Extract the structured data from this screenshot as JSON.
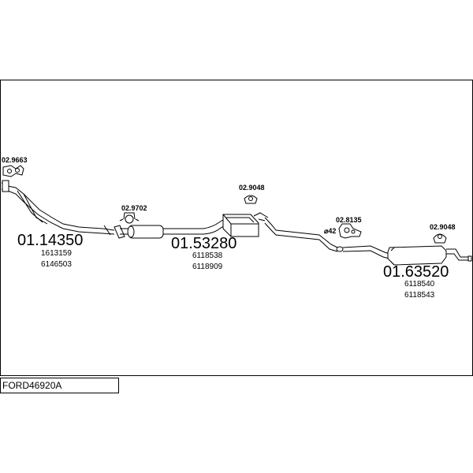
{
  "diagram_code": "FORD46920A",
  "sections": [
    {
      "part_number": "01.14350",
      "refs": [
        "1613159",
        "6146503"
      ]
    },
    {
      "part_number": "01.53280",
      "refs": [
        "6118538",
        "6118909"
      ]
    },
    {
      "part_number": "01.63520",
      "refs": [
        "6118540",
        "6118543"
      ]
    }
  ],
  "accessories": [
    "02.9663",
    "02.9702",
    "02.9048",
    "02.8135",
    "02.9048"
  ],
  "pipe_diameter": "⌀42"
}
